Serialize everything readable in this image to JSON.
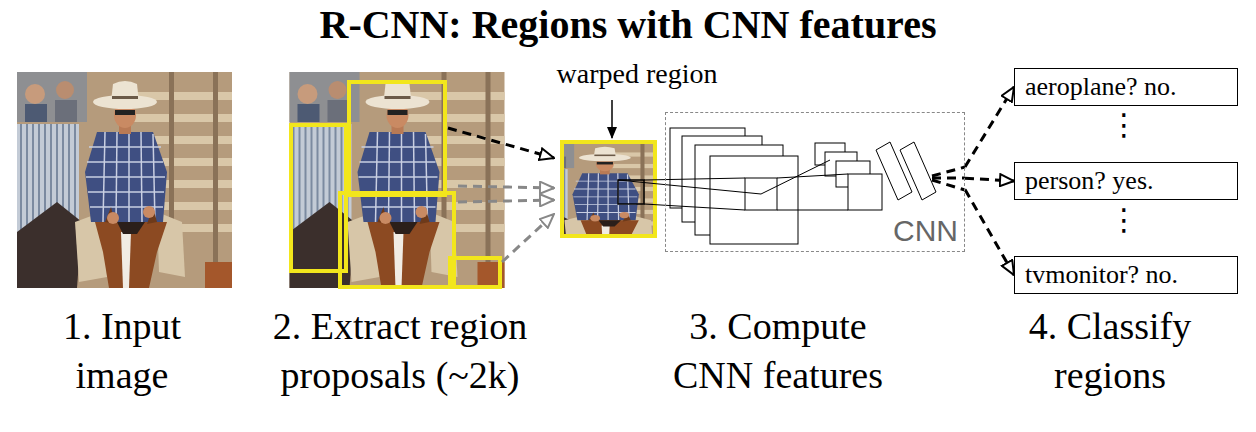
{
  "diagram": {
    "title": "R-CNN: Regions with CNN features",
    "nodes": [
      {
        "text": [
          "CNN"
        ]
      },
      {
        "text": [
          "aeroplane? no."
        ]
      },
      {
        "text": [
          "person? yes."
        ]
      },
      {
        "text": [
          "tvmonitor? no."
        ]
      }
    ],
    "edges": [
      {
        "from": 0,
        "to": 1,
        "arrow": "to"
      },
      {
        "from": 0,
        "to": 2,
        "arrow": "to"
      },
      {
        "from": 0,
        "to": 3,
        "arrow": "to"
      }
    ],
    "labels": [
      "warped region",
      "⋮",
      "⋮",
      "1. Input image",
      "2. Extract region proposals (~2k)",
      "3. Compute CNN features",
      "4. Classify regions"
    ]
  }
}
